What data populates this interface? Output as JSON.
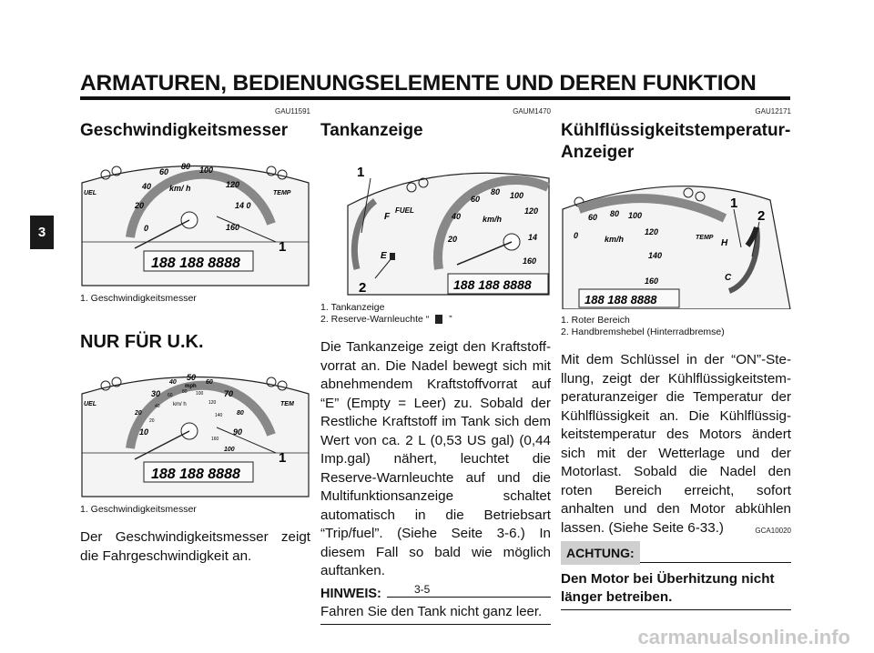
{
  "page": {
    "heading": "ARMATUREN, BEDIENUNGSELEMENTE UND DEREN FUNKTION",
    "chapter_tab": "3",
    "page_number": "3-5",
    "watermark": "carmanualsonline.info"
  },
  "col1": {
    "code": "GAU11591",
    "title": "Geschwindigkeitsmesser",
    "fig1_caption": "1. Geschwindigkeitsmesser",
    "uk_title": "NUR FÜR U.K.",
    "fig2_caption": "1. Geschwindigkeitsmesser",
    "body": "Der Geschwindigkeitsmesser zeigt die Fahrgeschwindigkeit an.",
    "fig1": {
      "ticks": [
        "0",
        "20",
        "40",
        "60",
        "80",
        "100",
        "120",
        "14 0",
        "160"
      ],
      "unit": "km/ h",
      "left_label": "UEL",
      "right_label": "TEMP",
      "callout": "1"
    },
    "fig2": {
      "outer_ticks": [
        "10",
        "20",
        "30",
        "40",
        "50",
        "60",
        "70",
        "80",
        "90",
        "100"
      ],
      "inner_ticks": [
        "20",
        "40",
        "60",
        "80",
        "100",
        "120",
        "140",
        "160"
      ],
      "outer_unit": "mph",
      "inner_unit": "km/ h",
      "left_label": "UEL",
      "right_label": "TEM",
      "callout": "1"
    }
  },
  "col2": {
    "code": "GAUM1470",
    "title": "Tankanzeige",
    "caption1": "1. Tankanzeige",
    "caption2_pre": "2. Reserve-Warnleuchte “",
    "caption2_post": "”",
    "body": "Die Tankanzeige zeigt den Kraftstoff­vorrat an. Die Nadel bewegt sich mit abnehmendem Kraftstoffvorrat auf “E” (Empty = Leer) zu. Sobald der Res­tliche Kraftstoff im Tank sich dem Wert von ca. 2 L (0,53 US gal) (0,44 Imp.gal) nähert, leuchtet die Reserve-Warnleuchte auf und die Multifunk­tionsanzeige schaltet automatisch in die Betriebsart “Trip/fuel”. (Siehe Sei­te 3-6.) In diesem Fall so bald wie möglich auftanken.",
    "hinweis": "HINWEIS:",
    "note": "Fahren Sie den Tank nicht ganz leer.",
    "fig": {
      "ticks": [
        "40",
        "60",
        "80",
        "100",
        "120",
        "14",
        "160",
        "20"
      ],
      "unit": "km/h",
      "fuel_label": "FUEL",
      "full_mark": "F",
      "empty_mark": "E",
      "callout1": "1",
      "callout2": "2"
    }
  },
  "col3": {
    "code": "GAU12171",
    "title_line1": "Kühlflüssigkeitstemperatur-",
    "title_line2": "Anzeiger",
    "caption1": "1. Roter Bereich",
    "caption2": "2. Handbremshebel (Hinterradbremse)",
    "body": "Mit dem Schlüssel in der “ON”-Ste­llung, zeigt der Kühlflüssigkeitstem­peraturanzeiger die Temperatur der Kühlflüssigkeit an. Die Kühlflüssig­keitstemperatur des Motors ändert sich mit der Wetterlage und der Motorlast. Sobald die Nadel den roten Bereich erreicht, sofort anhalten und den Motor abkühlen lassen. (Siehe Seite 6-33.)",
    "caution_code": "GCA10020",
    "caution_label": "ACHTUNG:",
    "warning": "Den Motor bei Überhitzung nicht länger betreiben.",
    "fig": {
      "ticks": [
        "0",
        "60",
        "80",
        "100",
        "120",
        "140",
        "160"
      ],
      "unit": "km/h",
      "temp_label": "TEMP",
      "hot_mark": "H",
      "cold_mark": "C",
      "callout1": "1",
      "callout2": "2"
    }
  },
  "lcd_text": "188 188 8888"
}
